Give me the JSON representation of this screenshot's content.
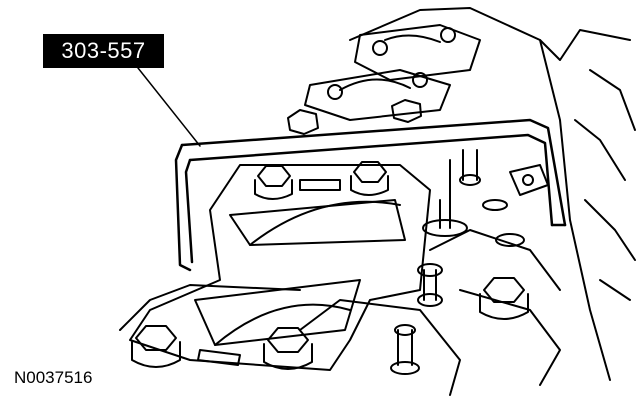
{
  "callout": {
    "tool_number": "303-557"
  },
  "figure": {
    "id": "N0037516"
  },
  "colors": {
    "ink": "#000000",
    "paper": "#ffffff",
    "label_bg": "#000000",
    "label_text": "#ffffff"
  },
  "depicted": [
    "holding-fixture-303-557",
    "camshaft-bearing-caps",
    "bolt-heads",
    "valve-springs",
    "cylinder-head"
  ]
}
